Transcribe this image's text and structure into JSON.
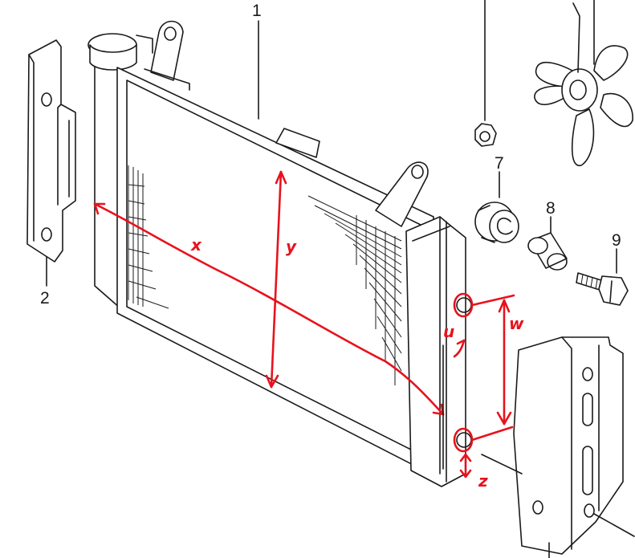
{
  "diagram": {
    "part_numbers": [
      "1",
      "2",
      "7",
      "8",
      "9"
    ],
    "dimension_labels": [
      "x",
      "y",
      "u",
      "w",
      "z"
    ],
    "colors": {
      "line_art": "#1a1a1a",
      "annotation": "#e8121c",
      "background": "#ffffff"
    }
  }
}
